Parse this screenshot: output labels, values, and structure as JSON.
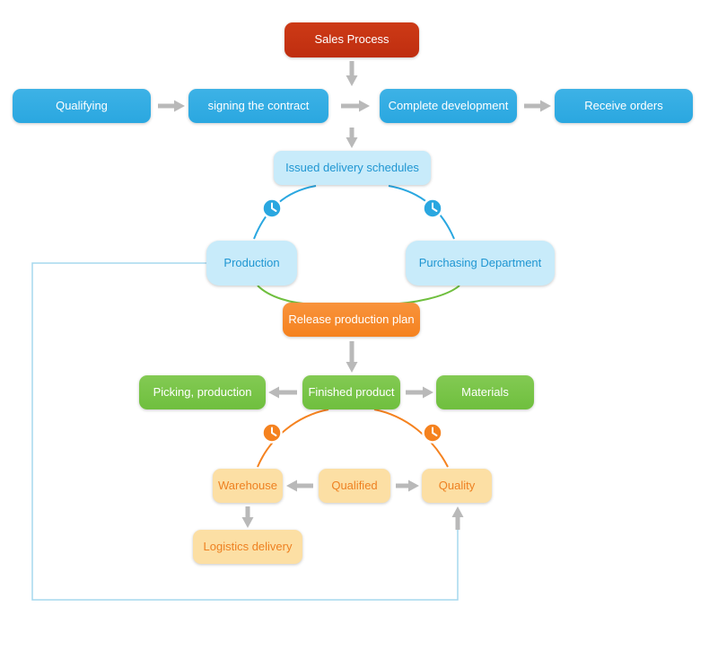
{
  "diagram": {
    "type": "flowchart",
    "title": "Sales Process"
  },
  "colors": {
    "red": "#bf2e10",
    "blue": "#2aa7e0",
    "light_blue": "#c8ebfa",
    "light_blue_text": "#1f96d2",
    "orange": "#f5821f",
    "green": "#6fbf3e",
    "light_orange": "#fcdfa4",
    "light_orange_text": "#ee8121",
    "arrow_gray": "#b9b9b9",
    "feedback_line": "#a5d8ee"
  },
  "nodes": {
    "sales_process": "Sales Process",
    "qualifying": "Qualifying",
    "signing_the_contract": "signing the contract",
    "complete_development": "Complete development",
    "receive_orders": "Receive orders",
    "issued_delivery_schedules": "Issued delivery schedules",
    "production": "Production",
    "purchasing_department": "Purchasing Department",
    "release_production_plan": "Release production plan",
    "picking_production": "Picking, production",
    "finished_product": "Finished product",
    "materials": "Materials",
    "warehouse": "Warehouse",
    "qualified": "Qualified",
    "quality": "Quality",
    "logistics_delivery": "Logistics delivery"
  },
  "icons": {
    "timer": "clock-icon"
  },
  "edges": [
    {
      "from": "sales_process",
      "to": "process_row"
    },
    {
      "from": "qualifying",
      "to": "signing_the_contract"
    },
    {
      "from": "signing_the_contract",
      "to": "complete_development"
    },
    {
      "from": "complete_development",
      "to": "receive_orders"
    },
    {
      "from": "process_row",
      "to": "issued_delivery_schedules"
    },
    {
      "from": "issued_delivery_schedules",
      "to": "production",
      "via": "clock-icon"
    },
    {
      "from": "issued_delivery_schedules",
      "to": "purchasing_department",
      "via": "clock-icon"
    },
    {
      "from": "production",
      "to": "release_production_plan"
    },
    {
      "from": "purchasing_department",
      "to": "release_production_plan"
    },
    {
      "from": "release_production_plan",
      "to": "finished_product"
    },
    {
      "from": "finished_product",
      "to": "picking_production"
    },
    {
      "from": "finished_product",
      "to": "materials"
    },
    {
      "from": "finished_product",
      "to": "warehouse",
      "via": "clock-icon"
    },
    {
      "from": "finished_product",
      "to": "quality",
      "via": "clock-icon"
    },
    {
      "from": "qualified",
      "to": "warehouse"
    },
    {
      "from": "qualified",
      "to": "quality"
    },
    {
      "from": "warehouse",
      "to": "logistics_delivery"
    },
    {
      "from": "production",
      "to": "quality",
      "via": "feedback-loop"
    }
  ]
}
